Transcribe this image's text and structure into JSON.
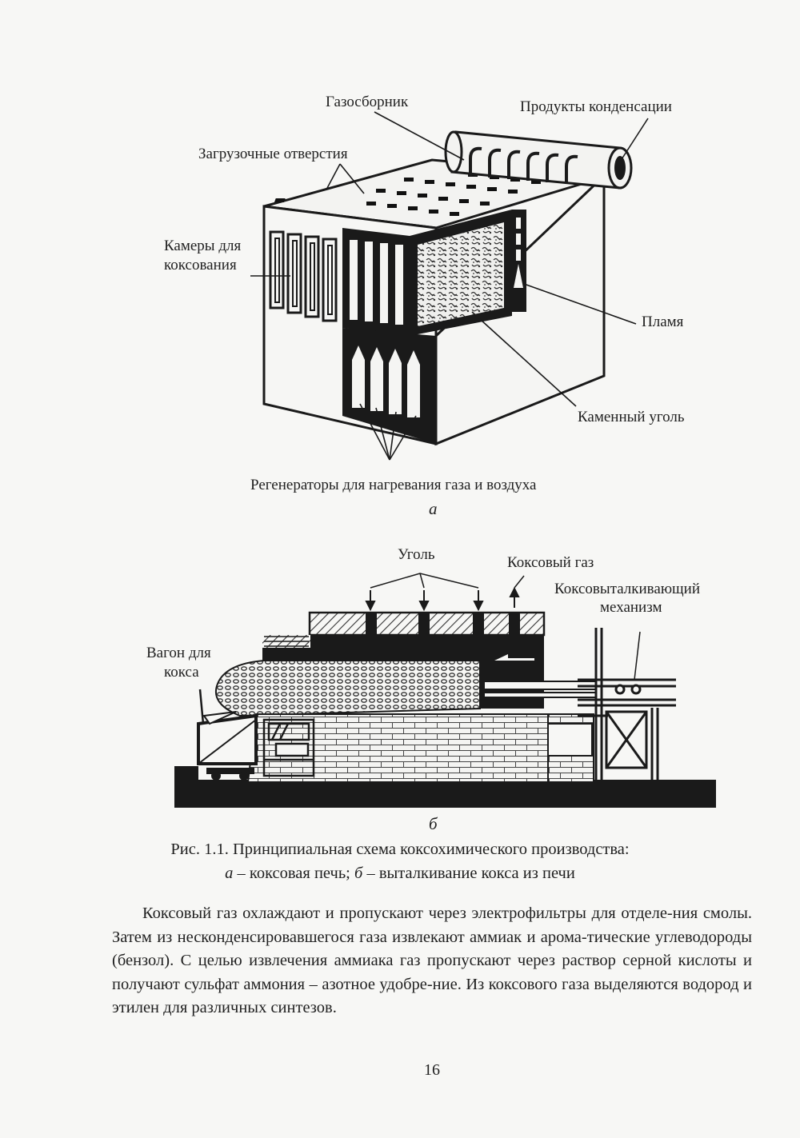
{
  "figure_a": {
    "labels": {
      "gas_collector": "Газосборник",
      "condensation_products": "Продукты конденсации",
      "loading_holes": "Загрузочные отверстия",
      "coking_chambers_1": "Камеры для",
      "coking_chambers_2": "коксования",
      "flame": "Пламя",
      "coal": "Каменный уголь",
      "regenerators": "Регенераторы для нагревания газа и воздуха"
    },
    "sublabel": "а"
  },
  "figure_b": {
    "labels": {
      "coal": "Уголь",
      "coke_gas": "Коксовый газ",
      "pusher_1": "Коксовыталкивающий",
      "pusher_2": "механизм",
      "wagon_1": "Вагон для",
      "wagon_2": "кокса"
    },
    "sublabel": "б"
  },
  "caption": {
    "line1": "Рис. 1.1. Принципиальная схема коксохимического производства:",
    "a_letter": "а",
    "a_text": " – коксовая печь; ",
    "b_letter": "б",
    "b_text": " – выталкивание кокса из печи"
  },
  "body": {
    "paragraph": "Коксовый газ охлаждают и пропускают через электрофильтры для отделе-ния смолы. Затем из несконденсировавшегося газа извлекают аммиак и арома-тические углеводороды (бензол). С целью извлечения аммиака газ пропускают через раствор серной кислоты и получают сульфат аммония – азотное удобре-ние. Из коксового газа выделяются водород и этилен для различных синтезов."
  },
  "page_number": "16"
}
